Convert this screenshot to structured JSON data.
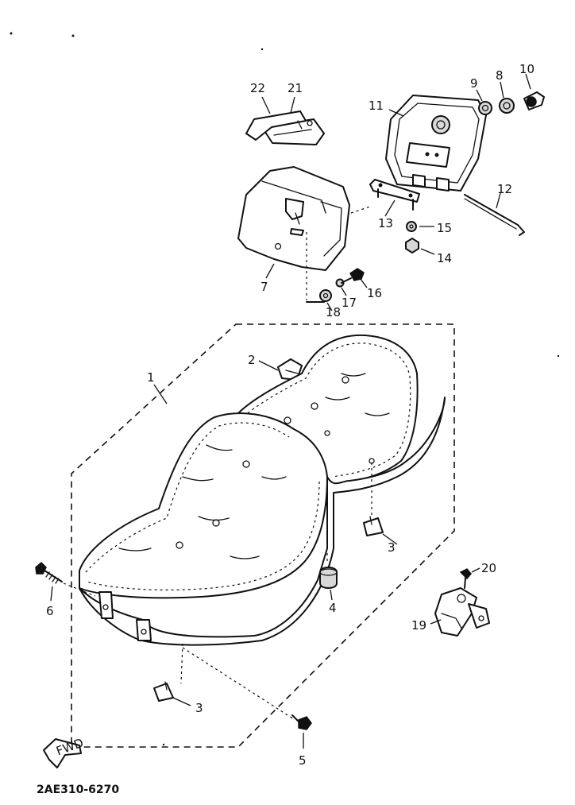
{
  "diagram": {
    "part_code": "2AE310-6270",
    "fwd_label": "FWD",
    "callouts": {
      "c1": "1",
      "c2": "2",
      "c3a": "3",
      "c3b": "3",
      "c4": "4",
      "c5": "5",
      "c6": "6",
      "c7": "7",
      "c8": "8",
      "c9": "9",
      "c10": "10",
      "c11": "11",
      "c12": "12",
      "c13": "13",
      "c14": "14",
      "c15": "15",
      "c16": "16",
      "c17": "17",
      "c18": "18",
      "c19": "19",
      "c20": "20",
      "c21": "21",
      "c22": "22"
    }
  }
}
